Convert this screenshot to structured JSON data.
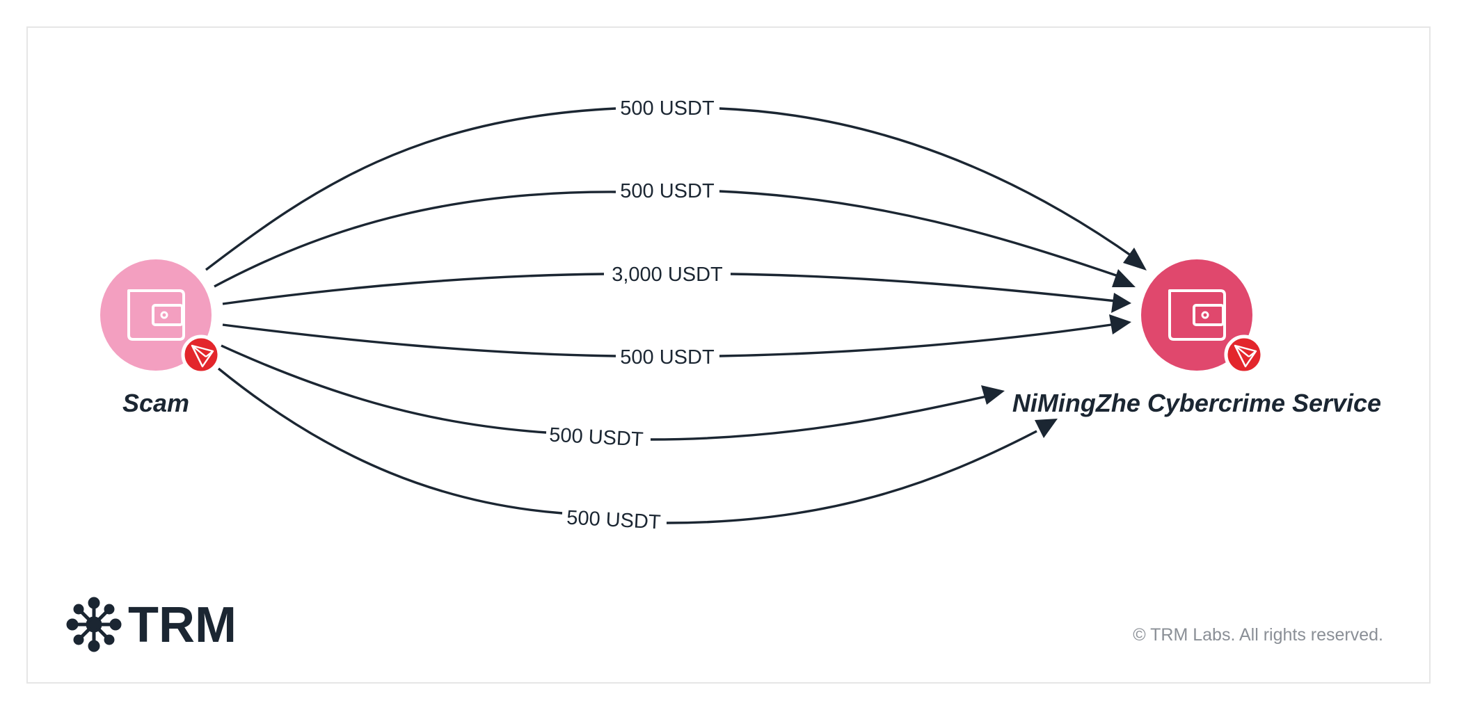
{
  "colors": {
    "source_node": "#f39fc0",
    "target_node": "#e0486d",
    "chain_badge": "#e3262c",
    "edge": "#1b2632",
    "label": "#1b2632",
    "copyright": "#8a8f96"
  },
  "nodes": {
    "source": {
      "label": "Scam",
      "icon": "wallet-icon",
      "badge_icon": "tron-icon"
    },
    "target": {
      "label": "NiMingZhe Cybercrime Service",
      "icon": "wallet-icon",
      "badge_icon": "tron-icon"
    }
  },
  "edges": [
    {
      "label": "500 USDT"
    },
    {
      "label": "500 USDT"
    },
    {
      "label": "3,000 USDT"
    },
    {
      "label": "500 USDT"
    },
    {
      "label": "500 USDT"
    },
    {
      "label": "500 USDT"
    }
  ],
  "footer": {
    "brand": "TRM",
    "brand_icon": "trm-network-icon",
    "copyright": "© TRM Labs. All rights reserved."
  }
}
